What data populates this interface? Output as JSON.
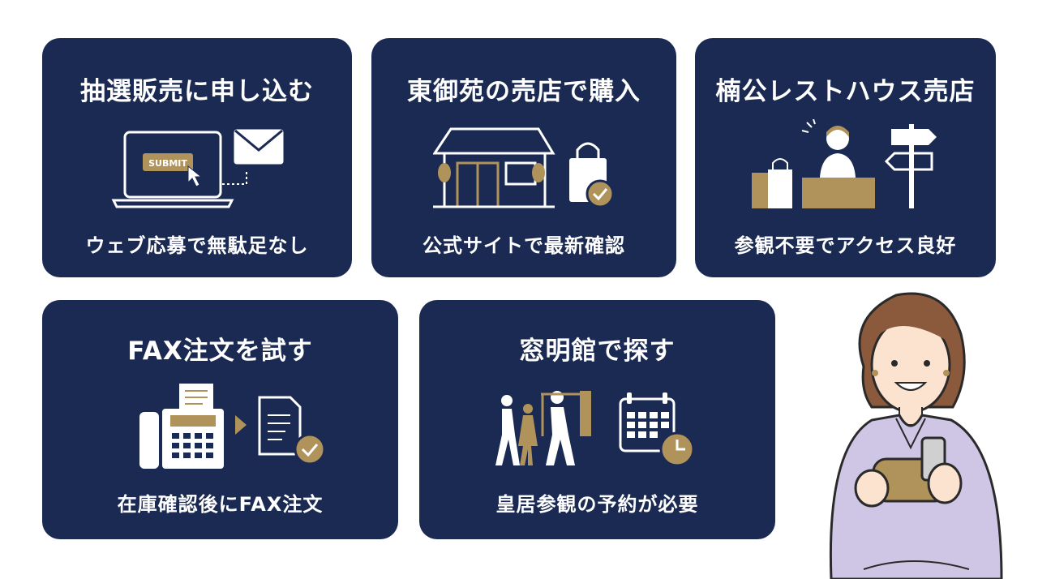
{
  "cards": [
    {
      "title": "抽選販売に申し込む",
      "subtitle": "ウェブ応募で無駄足なし",
      "button_label": "SUBMIT"
    },
    {
      "title": "東御苑の売店で購入",
      "subtitle": "公式サイトで最新確認"
    },
    {
      "title": "楠公レストハウス売店",
      "subtitle": "参観不要でアクセス良好"
    },
    {
      "title": "FAX注文を試す",
      "subtitle": "在庫確認後にFAX注文"
    },
    {
      "title": "窓明館で探す",
      "subtitle": "皇居参観の予約が必要"
    }
  ],
  "colors": {
    "card_bg": "#1b2a52",
    "gold": "#b0935a",
    "text": "#ffffff",
    "blouse": "#cfc6e6"
  },
  "icons": [
    "laptop-icon",
    "cursor-icon",
    "envelope-icon",
    "shop-icon",
    "shopping-bag-check-icon",
    "clerk-at-counter-icon",
    "signpost-icon",
    "fax-machine-icon",
    "document-check-icon",
    "walking-people-icon",
    "gate-icon",
    "calendar-clock-icon"
  ]
}
